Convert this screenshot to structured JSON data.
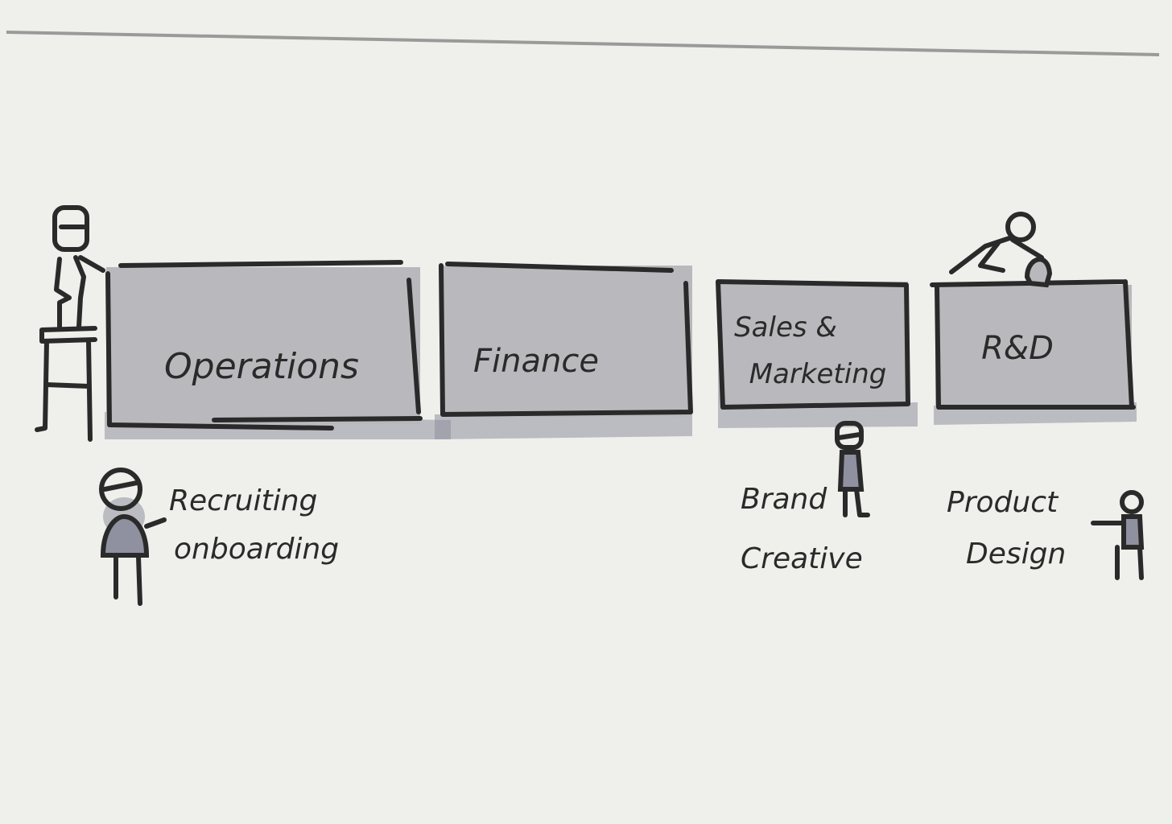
{
  "colors": {
    "paper": "#efefec",
    "ink": "#2b2a2a",
    "wash": "#b9b9bd",
    "shadow": "#8f90a0"
  },
  "departments": [
    {
      "id": "operations",
      "label": "Operations"
    },
    {
      "id": "finance",
      "label": "Finance"
    },
    {
      "id": "sales-marketing",
      "label_line1": "Sales &",
      "label_line2": "Marketing"
    },
    {
      "id": "rd",
      "label": "R&D"
    }
  ],
  "annotations": {
    "recruiting_line1": "Recruiting",
    "recruiting_line2": "onboarding",
    "brand_line1": "Brand",
    "brand_line2": "Creative",
    "product_line1": "Product",
    "product_line2": "Design"
  },
  "icons": {
    "figure_operations": "person-standing-on-stool-icon",
    "figure_recruiting": "person-icon",
    "figure_brand": "person-icon",
    "figure_product": "person-icon",
    "figure_rd": "person-climbing-icon",
    "stool": "stool-icon"
  }
}
